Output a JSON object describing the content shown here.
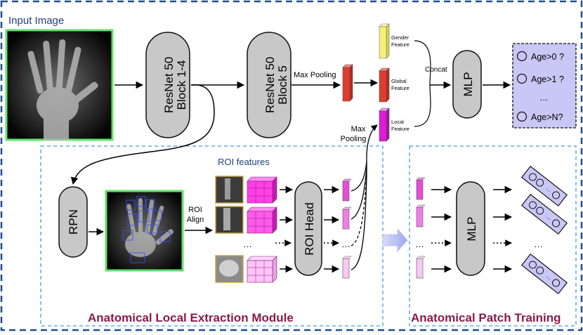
{
  "input_label": "Input Image",
  "block1_line1": "ResNet 50",
  "block1_line2": "Block 1-4",
  "block2_line1": "ResNet 50",
  "block2_line2": "Block 5",
  "max_pooling_top": "Max Pooling",
  "gender_line1": "Gender",
  "gender_line2": "Feature",
  "global_line1": "Global",
  "global_line2": "Feature",
  "local_line1": "Local",
  "local_line2": "Feature",
  "concat": "Concat",
  "mlp_top": "MLP",
  "outputs": [
    "Age>0 ?",
    "Age>1 ?",
    "…",
    "Age>N?"
  ],
  "max_pooling_bottom_line1": "Max",
  "max_pooling_bottom_line2": "Pooling",
  "roi_features": "ROI features",
  "rpn": "RPN",
  "roi_align_line1": "ROI",
  "roi_align_line2": "Align",
  "roi_head": "ROI Head",
  "ellipsis": "…",
  "mlp_patch": "MLP",
  "module_left": "Anatomical Local Extraction Module",
  "module_right": "Anatomical Patch Training",
  "colors": {
    "outer_border": "#1f4e8c",
    "inner_border": "#3aa0e0",
    "module_title": "#8b1a4a",
    "blue_text": "#1f3f7a",
    "node_fill": "#c8c8c8",
    "gender": "#f5f07a",
    "global": "#e03b2f",
    "local": "#e01ad6",
    "grid": "#ff3fe6",
    "output_box": "#c9c7f5",
    "image_border": "#5fe36a"
  }
}
